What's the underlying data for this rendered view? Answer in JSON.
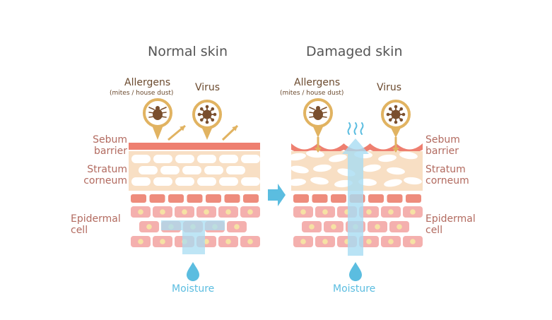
{
  "titles": {
    "normal": "Normal skin",
    "damaged": "Damaged skin"
  },
  "labels": {
    "sebum_line1": "Sebum",
    "sebum_line2": "barrier",
    "stratum_line1": "Stratum",
    "stratum_line2": "corneum",
    "epidermal_line1": "Epidermal",
    "epidermal_line2": "cell"
  },
  "allergens": {
    "label": "Allergens",
    "sub": "(mites / house dust)"
  },
  "virus": {
    "label": "Virus"
  },
  "moisture": {
    "label": "Moisture"
  },
  "icons": {
    "mite": "mite-icon",
    "virus": "virus-icon",
    "droplet": "water-drop-icon",
    "arrow": "right-arrow-icon",
    "vapor": "evaporation-icon"
  },
  "colors": {
    "sebum": "#ee7f70",
    "stratum": "#f8dfc4",
    "stratum_cell": "#ffffff",
    "epidermal_top": "#ee8c7d",
    "epidermal": "#f4b0ae",
    "nucleus": "#f6e2a4",
    "moisture": "#a8dcf2",
    "accent_arrow": "#5bbde0",
    "pathogen_ring": "#e1b361",
    "pathogen_body": "#7a4f2e"
  }
}
